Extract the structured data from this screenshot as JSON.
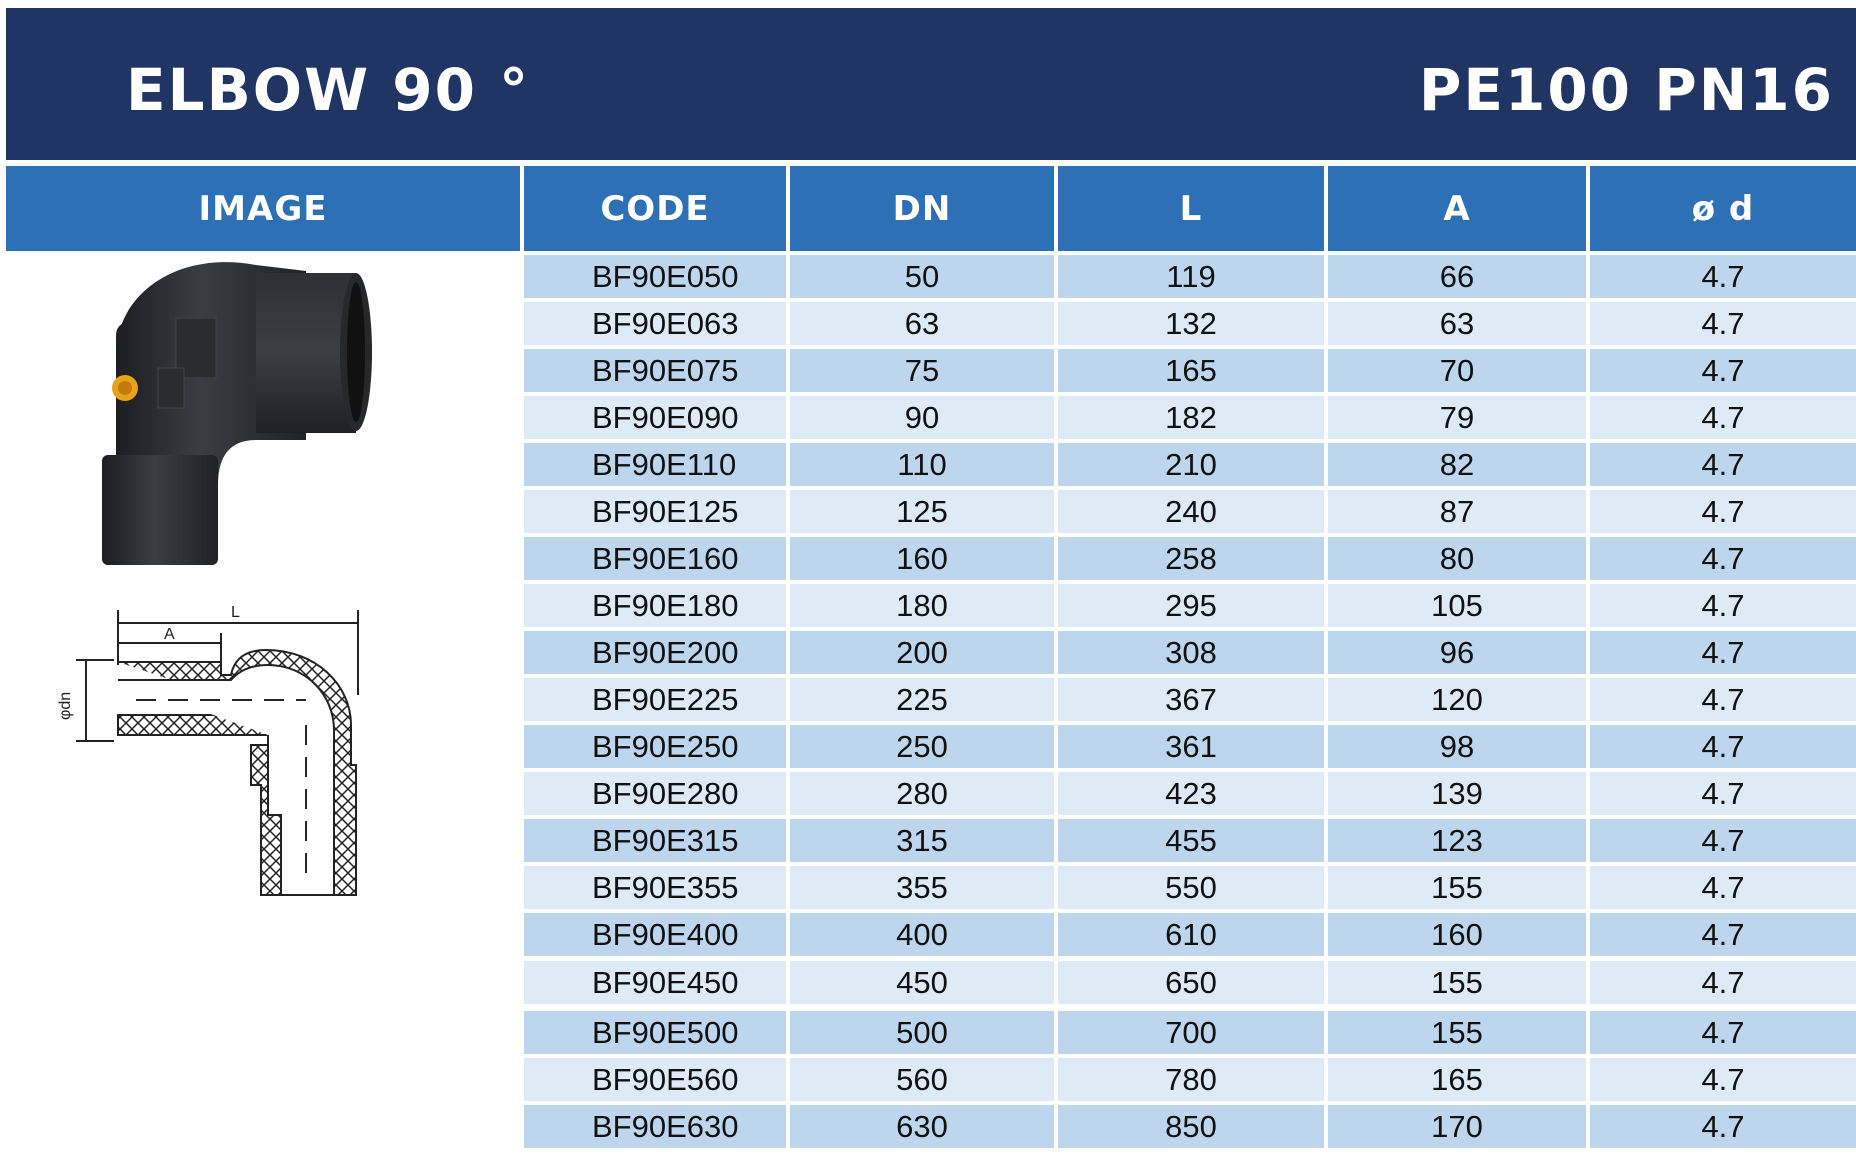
{
  "header": {
    "title": "ELBOW 90 °",
    "spec": "PE100 PN16"
  },
  "table": {
    "columns": [
      "IMAGE",
      "CODE",
      "DN",
      "L",
      "A",
      "ø d"
    ],
    "rows": [
      [
        "BF90E050",
        "50",
        "119",
        "66",
        "4.7"
      ],
      [
        "BF90E063",
        "63",
        "132",
        "63",
        "4.7"
      ],
      [
        "BF90E075",
        "75",
        "165",
        "70",
        "4.7"
      ],
      [
        "BF90E090",
        "90",
        "182",
        "79",
        "4.7"
      ],
      [
        "BF90E110",
        "110",
        "210",
        "82",
        "4.7"
      ],
      [
        "BF90E125",
        "125",
        "240",
        "87",
        "4.7"
      ],
      [
        "BF90E160",
        "160",
        "258",
        "80",
        "4.7"
      ],
      [
        "BF90E180",
        "180",
        "295",
        "105",
        "4.7"
      ],
      [
        "BF90E200",
        "200",
        "308",
        "96",
        "4.7"
      ],
      [
        "BF90E225",
        "225",
        "367",
        "120",
        "4.7"
      ],
      [
        "BF90E250",
        "250",
        "361",
        "98",
        "4.7"
      ],
      [
        "BF90E280",
        "280",
        "423",
        "139",
        "4.7"
      ],
      [
        "BF90E315",
        "315",
        "455",
        "123",
        "4.7"
      ],
      [
        "BF90E355",
        "355",
        "550",
        "155",
        "4.7"
      ],
      [
        "BF90E400",
        "400",
        "610",
        "160",
        "4.7"
      ],
      [
        "BF90E450",
        "450",
        "650",
        "155",
        "4.7"
      ],
      [
        "BF90E500",
        "500",
        "700",
        "155",
        "4.7"
      ],
      [
        "BF90E560",
        "560",
        "780",
        "165",
        "4.7"
      ],
      [
        "BF90E630",
        "630",
        "850",
        "170",
        "4.7"
      ]
    ]
  },
  "drawing": {
    "label_l": "L",
    "label_a": "A",
    "label_dn": "φdn"
  },
  "colors": {
    "header_bg": "#213565",
    "col_header_bg": "#2e70b5",
    "row_dark": "#bdd6ee",
    "row_light": "#deebf7"
  }
}
